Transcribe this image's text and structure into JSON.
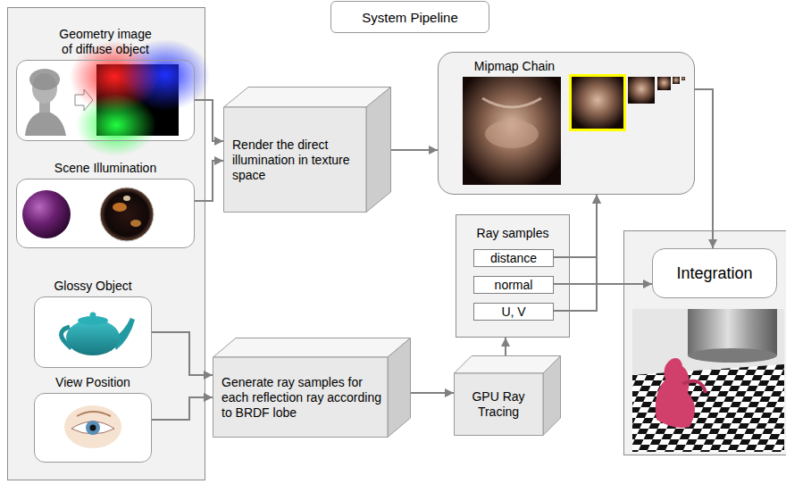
{
  "diagram": {
    "title": "System Pipeline",
    "nodes": [
      {
        "text": [
          "Geometry image of diffuse object"
        ]
      },
      {
        "text": [
          "Scene Illumination"
        ]
      },
      {
        "text": [
          "Glossy Object"
        ]
      },
      {
        "text": [
          "View Position"
        ]
      },
      {
        "text": [
          "Render the direct illumination in texture space"
        ]
      },
      {
        "text": [
          "Generate ray samples for each reflection ray according to BRDF lobe"
        ]
      },
      {
        "text": [
          "Mipmap Chain"
        ]
      },
      {
        "text": [
          "Ray samples"
        ]
      },
      {
        "text": [
          "distance"
        ],
        "in": 7
      },
      {
        "text": [
          "normal"
        ],
        "in": 7
      },
      {
        "text": [
          "U, V"
        ],
        "in": 7
      },
      {
        "text": [
          "GPU Ray Tracing"
        ]
      },
      {
        "text": [
          "Integration"
        ]
      }
    ],
    "edges": [
      {
        "from": 0,
        "to": 4,
        "arrow": "to"
      },
      {
        "from": 1,
        "to": 4,
        "arrow": "to"
      },
      {
        "from": 4,
        "to": 6,
        "arrow": "to"
      },
      {
        "from": 2,
        "to": 5,
        "arrow": "to"
      },
      {
        "from": 3,
        "to": 5,
        "arrow": "to"
      },
      {
        "from": 5,
        "to": 11,
        "arrow": "to"
      },
      {
        "from": 11,
        "to": 7,
        "arrow": "to"
      },
      {
        "from": 8,
        "to": 6,
        "arrow": "to"
      },
      {
        "from": 10,
        "to": 6,
        "arrow": "to"
      },
      {
        "from": 9,
        "to": 12,
        "arrow": "to"
      },
      {
        "from": 6,
        "to": 12,
        "arrow": "to"
      }
    ]
  }
}
